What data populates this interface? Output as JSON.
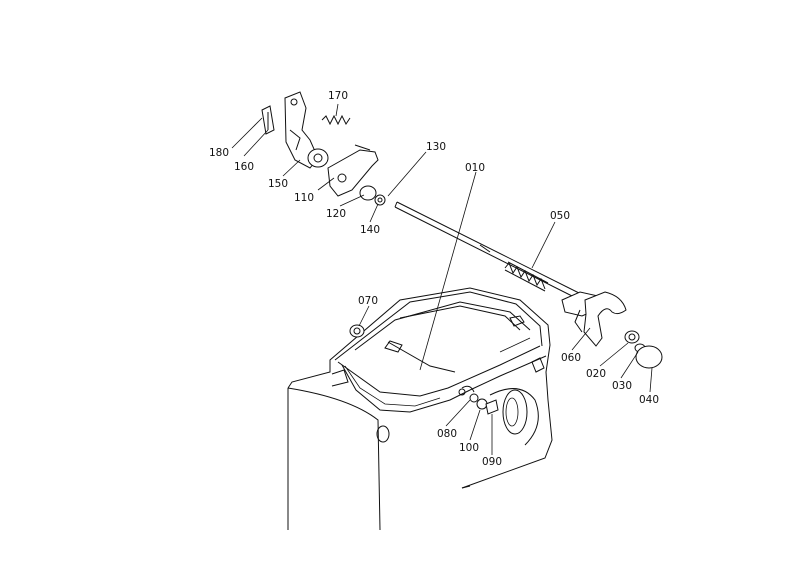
{
  "parts": {
    "p010": "010",
    "p020": "020",
    "p030": "030",
    "p040": "040",
    "p050": "050",
    "p060": "060",
    "p070": "070",
    "p080": "080",
    "p090": "090",
    "p100": "100",
    "p110": "110",
    "p120": "120",
    "p130": "130",
    "p140": "140",
    "p150": "150",
    "p160": "160",
    "p170": "170",
    "p180": "180"
  }
}
